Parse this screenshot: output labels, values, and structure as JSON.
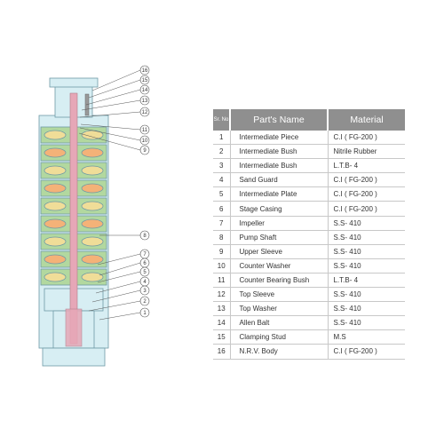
{
  "table": {
    "headers": {
      "no": "Sr. No",
      "name": "Part's Name",
      "material": "Material"
    },
    "rows": [
      {
        "no": "1",
        "name": "Intermediate Piece",
        "material": "C.I ( FG-200 )"
      },
      {
        "no": "2",
        "name": "Intermediate Bush",
        "material": "Nitrile Rubber"
      },
      {
        "no": "3",
        "name": "Intermediate Bush",
        "material": "L.T.B- 4"
      },
      {
        "no": "4",
        "name": "Sand Guard",
        "material": "C.I ( FG-200 )"
      },
      {
        "no": "5",
        "name": "Intermediate Plate",
        "material": "C.I ( FG-200 )"
      },
      {
        "no": "6",
        "name": "Stage Casing",
        "material": "C.I ( FG-200 )"
      },
      {
        "no": "7",
        "name": "Impeller",
        "material": "S.S- 410"
      },
      {
        "no": "8",
        "name": "Pump Shaft",
        "material": "S.S- 410"
      },
      {
        "no": "9",
        "name": "Upper Sleeve",
        "material": "S.S- 410"
      },
      {
        "no": "10",
        "name": "Counter Washer",
        "material": "S.S- 410"
      },
      {
        "no": "11",
        "name": "Counter Bearing Bush",
        "material": "L.T.B- 4"
      },
      {
        "no": "12",
        "name": "Top Sleeve",
        "material": "S.S- 410"
      },
      {
        "no": "13",
        "name": "Top Washer",
        "material": "S.S- 410"
      },
      {
        "no": "14",
        "name": "Allen Balt",
        "material": "S.S- 410"
      },
      {
        "no": "15",
        "name": "Clamping Stud",
        "material": "M.S"
      },
      {
        "no": "16",
        "name": "N.R.V. Body",
        "material": "C.I ( FG-200 )"
      }
    ]
  },
  "diagram": {
    "callouts": [
      "16",
      "15",
      "14",
      "13",
      "12",
      "11",
      "10",
      "9",
      "8",
      "7",
      "6",
      "5",
      "4",
      "3",
      "2",
      "1"
    ],
    "colors": {
      "body": "#d7eef3",
      "outline": "#6f9aa6",
      "impeller_green": "#b2d89f",
      "bearing_yellow": "#f0dd98",
      "bearing_orange": "#f4b278",
      "shaft": "#e6a7b7",
      "leader": "#555555"
    }
  }
}
